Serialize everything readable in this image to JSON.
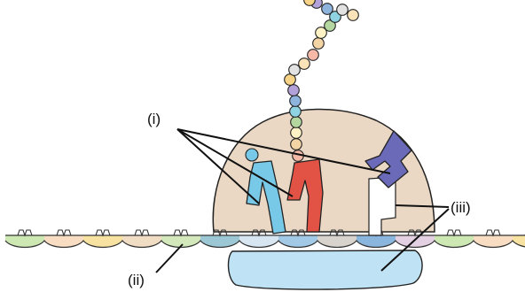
{
  "labels": {
    "trna": "(i)",
    "mrna": "(ii)",
    "ribosome": "(iii)"
  },
  "colors": {
    "large_subunit": "#ead8c5",
    "small_subunit": "#bfe3f4",
    "outline": "#222222",
    "trna_cyan": "#78c9e8",
    "trna_red": "#e25345",
    "trna_purple": "#6a6ab8",
    "bead_palette": [
      "#f6b9a8",
      "#f3d4a4",
      "#fff3c6",
      "#b3d79f",
      "#8fd3e2",
      "#8eb4de",
      "#b3a2d9",
      "#f6d386",
      "#e2e2e2",
      "#fbe3b9"
    ],
    "codon_palette": [
      "#cde8b3",
      "#f8ddc3",
      "#f7e2a1",
      "#f1dcc4",
      "#d4e9bb",
      "#9cc8d6",
      "#d7e6f1",
      "#a2c9e6",
      "#d8d3cd",
      "#8ab5dc",
      "#e3d0e2"
    ]
  }
}
